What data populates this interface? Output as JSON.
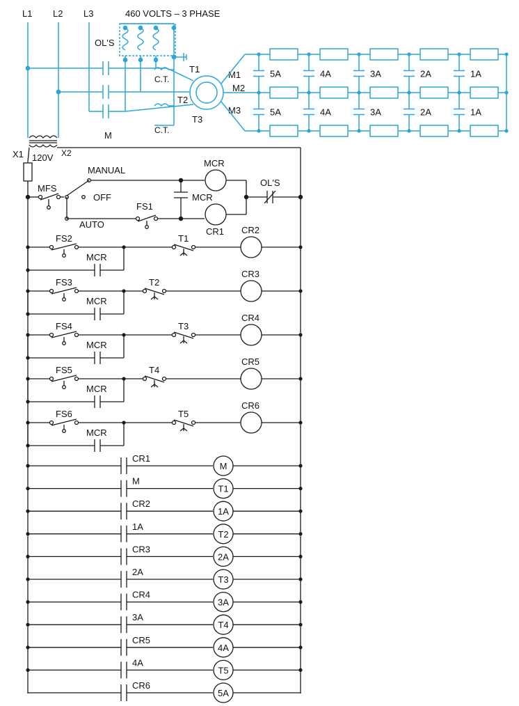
{
  "colors": {
    "power": "#2aa6dc",
    "control": "#1a1a1a"
  },
  "power": {
    "lines": [
      "L1",
      "L2",
      "L3"
    ],
    "supply": "460 VOLTS – 3 PHASE",
    "overloads": "OL'S",
    "ct": "C.T.",
    "starter": "M",
    "taps": [
      "T1",
      "T2",
      "T3"
    ],
    "motor_leads": [
      "M1",
      "M2",
      "M3"
    ],
    "steps": [
      "5A",
      "4A",
      "3A",
      "2A",
      "1A"
    ]
  },
  "transformer": {
    "x1": "X1",
    "x2": "X2",
    "voltage": "120V"
  },
  "control": {
    "manual": "MANUAL",
    "off": "OFF",
    "auto": "AUTO",
    "mfs": "MFS",
    "fs1": "FS1",
    "mcr": "MCR",
    "cr1": "CR1",
    "ols": "OL'S",
    "rungs": [
      {
        "fs": "FS2",
        "t": "T1",
        "cr": "CR2"
      },
      {
        "fs": "FS3",
        "t": "T2",
        "cr": "CR3"
      },
      {
        "fs": "FS4",
        "t": "T3",
        "cr": "CR4"
      },
      {
        "fs": "FS5",
        "t": "T4",
        "cr": "CR5"
      },
      {
        "fs": "FS6",
        "t": "T5",
        "cr": "CR6"
      }
    ],
    "outputs": [
      {
        "contact": "CR1",
        "coil": "M"
      },
      {
        "contact": "M",
        "coil": "T1"
      },
      {
        "contact": "CR2",
        "coil": "1A"
      },
      {
        "contact": "1A",
        "coil": "T2"
      },
      {
        "contact": "CR3",
        "coil": "2A"
      },
      {
        "contact": "2A",
        "coil": "T3"
      },
      {
        "contact": "CR4",
        "coil": "3A"
      },
      {
        "contact": "3A",
        "coil": "T4"
      },
      {
        "contact": "CR5",
        "coil": "4A"
      },
      {
        "contact": "4A",
        "coil": "T5"
      },
      {
        "contact": "CR6",
        "coil": "5A"
      }
    ]
  }
}
